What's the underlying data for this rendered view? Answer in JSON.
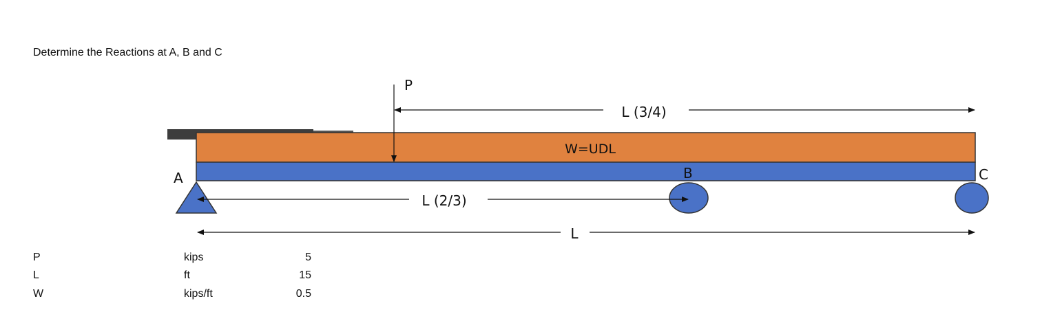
{
  "title": "Determine the Reactions at A, B and C",
  "diagram": {
    "load_p_label": "P",
    "udl_label": "W=UDL",
    "support_a_label": "A",
    "support_b_label": "B",
    "support_c_label": "C",
    "dim_three_quarter": "L (3/4)",
    "dim_two_thirds": "L (2/3)",
    "dim_full": "L",
    "colors": {
      "udl": "#E0823F",
      "beam": "#4A72C7",
      "support": "#4A72C7",
      "outline": "#333333"
    }
  },
  "givens": [
    {
      "symbol": "P",
      "unit": "kips",
      "value": "5"
    },
    {
      "symbol": "L",
      "unit": "ft",
      "value": "15"
    },
    {
      "symbol": "W",
      "unit": "kips/ft",
      "value": "0.5"
    }
  ]
}
